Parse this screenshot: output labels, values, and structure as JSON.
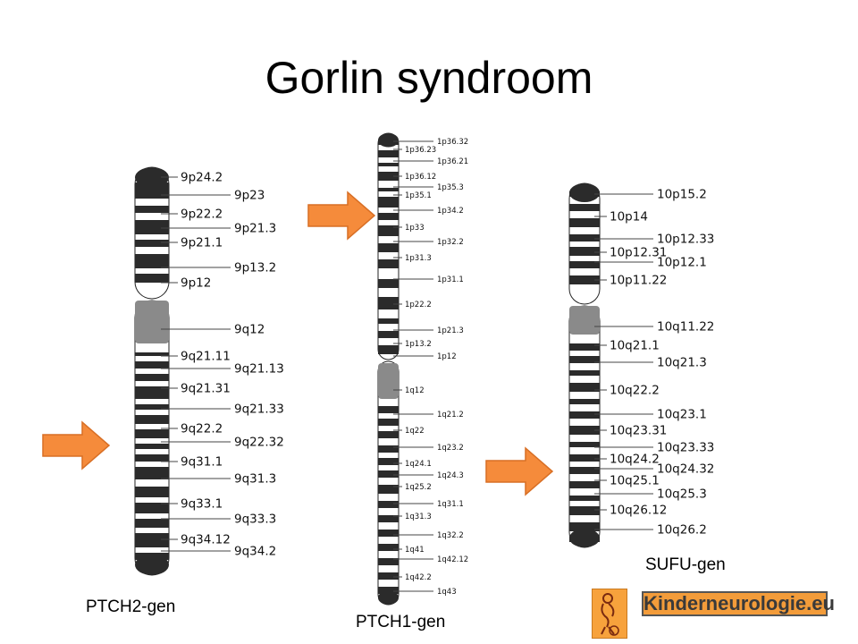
{
  "title": "Gorlin syndroom",
  "captions": {
    "ptch2": "PTCH2-gen",
    "ptch1": "PTCH1-gen",
    "sufu": "SUFU-gen"
  },
  "logo": {
    "text": "Kinderneurologie.eu"
  },
  "colors": {
    "arrow": "#f58b3b",
    "arrow_stroke": "#d86f25",
    "band_dark": "#2b2b2b",
    "centromere": "#8a8a8a",
    "logo_bg": "#f39c3a"
  },
  "chromosomes": [
    {
      "id": "chr9",
      "gene": "PTCH2-gen",
      "labels_left": [
        "9p24.2",
        "9p22.2",
        "9p21.1",
        "9p12",
        "9q21.11",
        "9q21.31",
        "9q22.2",
        "9q31.1",
        "9q33.1",
        "9q34.12"
      ],
      "labels_right": [
        "9p23",
        "9p21.3",
        "9p13.2",
        "9q12",
        "9q21.13",
        "9q21.33",
        "9q22.32",
        "9q31.3",
        "9q33.3",
        "9q34.2"
      ]
    },
    {
      "id": "chr1",
      "gene": "PTCH1-gen",
      "labels_left": [
        "1p36.23",
        "1p36.12",
        "1p35.1",
        "1p33",
        "1p31.3",
        "1p22.2",
        "1p13.2",
        "1q12",
        "1q22",
        "1q24.1",
        "1q25.2",
        "1q31.3",
        "1q41",
        "1q42.2"
      ],
      "labels_right": [
        "1p36.32",
        "1p36.21",
        "1p35.3",
        "1p34.2",
        "1p32.2",
        "1p31.1",
        "1p21.3",
        "1p12",
        "1q21.2",
        "1q23.2",
        "1q24.3",
        "1q31.1",
        "1q32.2",
        "1q42.12",
        "1q43"
      ]
    },
    {
      "id": "chr10",
      "gene": "SUFU-gen",
      "labels_left": [
        "10p14",
        "10p12.31",
        "10p11.22",
        "10q21.1",
        "10q22.2",
        "10q23.31",
        "10q24.2",
        "10q25.1",
        "10q26.12"
      ],
      "labels_right": [
        "10p15.2",
        "10p12.33",
        "10p12.1",
        "10q11.22",
        "10q21.3",
        "10q23.1",
        "10q23.33",
        "10q24.32",
        "10q25.3",
        "10q26.2"
      ]
    }
  ]
}
